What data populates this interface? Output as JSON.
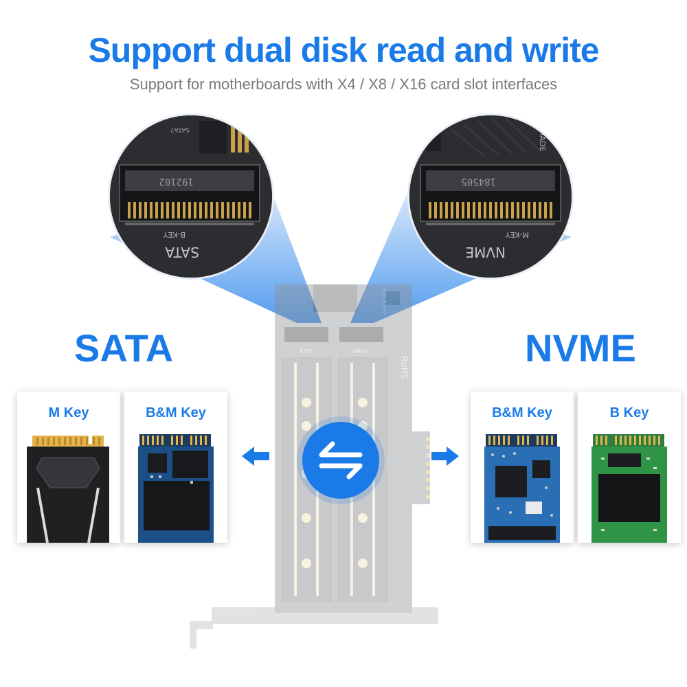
{
  "header": {
    "title": "Support dual disk read and write",
    "subtitle": "Support for motherboards with X4 / X8 / X16 card slot interfaces"
  },
  "zoom_left": {
    "slot_code": "192102",
    "key_label": "B-KEY",
    "slot_name": "SATA",
    "port_label": "SATA7"
  },
  "zoom_right": {
    "slot_code": "184505",
    "key_label": "M-KEY",
    "slot_name": "NVME",
    "made_label": "MADE"
  },
  "card": {
    "left_slot": "SATA",
    "right_slot": "NVME",
    "rohs": "RoHS",
    "made_in": "MADE IN CHINA"
  },
  "sides": {
    "left_title": "SATA",
    "right_title": "NVME"
  },
  "tiles": [
    {
      "label": "M Key"
    },
    {
      "label": "B&M Key"
    },
    {
      "label": "B&M Key"
    },
    {
      "label": "B Key"
    }
  ],
  "colors": {
    "accent": "#1a7be8",
    "subtitle": "#7a7a7a"
  },
  "icons": {
    "center": "swap-arrows-icon",
    "left": "arrow-left-icon",
    "right": "arrow-right-icon"
  }
}
